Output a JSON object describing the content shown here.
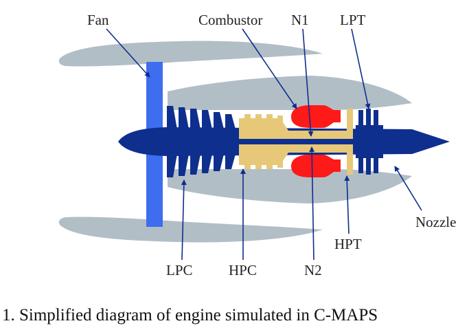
{
  "diagram": {
    "labels": {
      "fan": "Fan",
      "combustor": "Combustor",
      "n1": "N1",
      "lpt": "LPT",
      "lpc": "LPC",
      "hpc": "HPC",
      "n2": "N2",
      "hpt": "HPT",
      "nozzle": "Nozzle"
    },
    "caption": "1. Simplified diagram of engine simulated in C-MAPS"
  },
  "colors": {
    "casing": "#b2bec6",
    "fan": "#3e6df0",
    "low_spool": "#0e2f8e",
    "high_spool": "#e6c878",
    "combustor": "#ff1a1a",
    "leader": "#0d2d8c"
  }
}
